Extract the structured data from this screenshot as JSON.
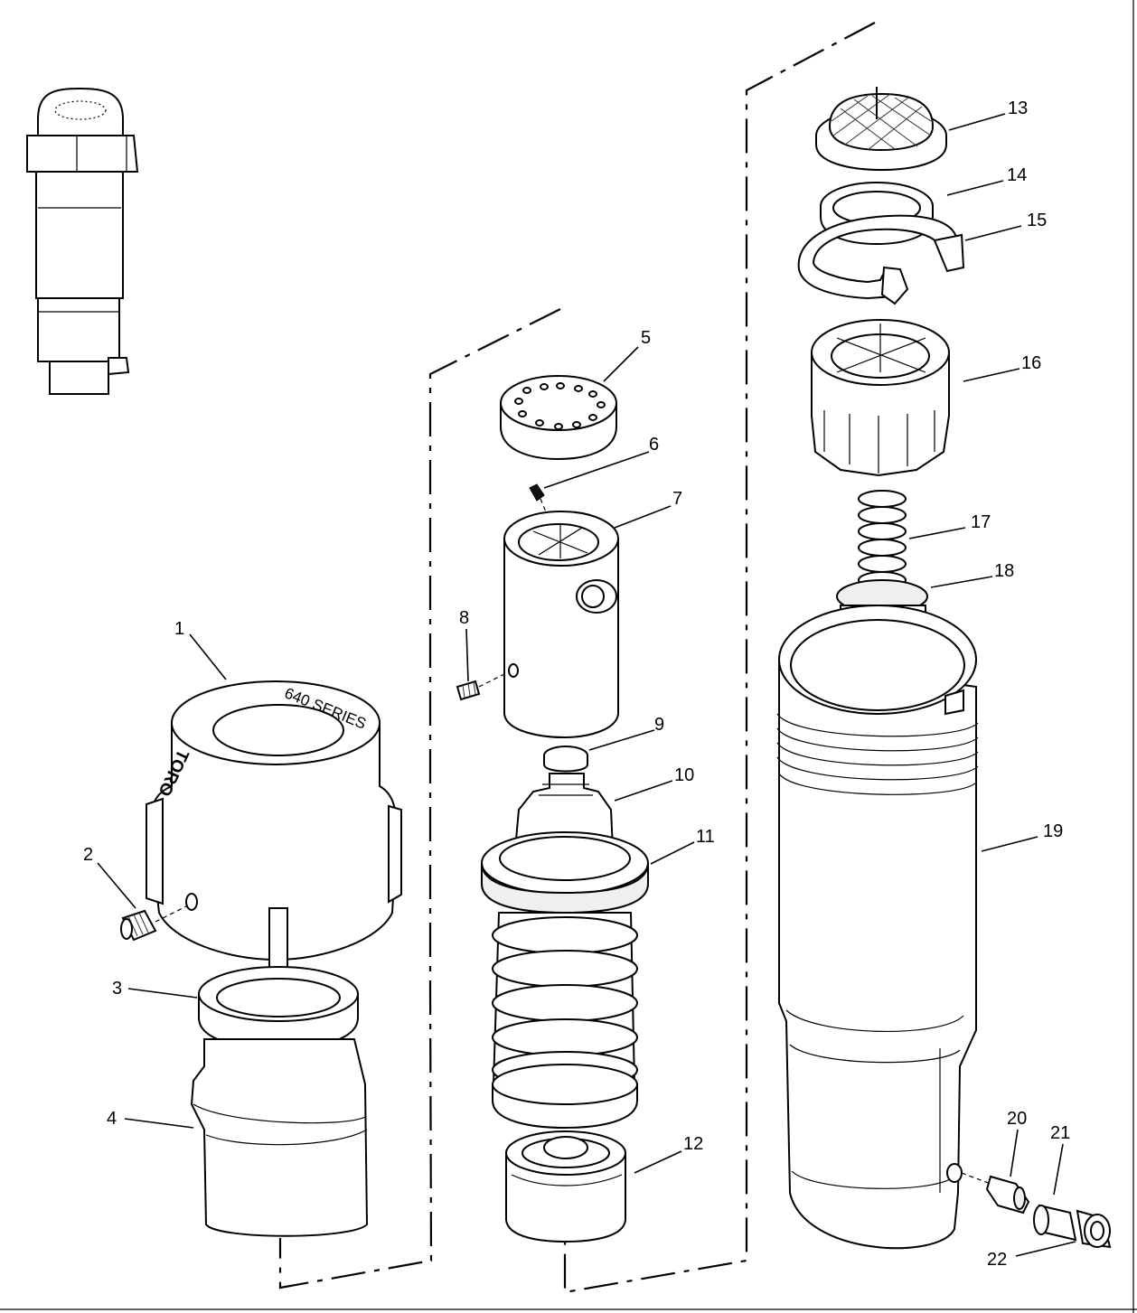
{
  "diagram": {
    "body_marking": "640 SERIES",
    "brand_marking": "TORO",
    "callouts": [
      {
        "id": "1",
        "label": "1"
      },
      {
        "id": "2",
        "label": "2"
      },
      {
        "id": "3",
        "label": "3"
      },
      {
        "id": "4",
        "label": "4"
      },
      {
        "id": "5",
        "label": "5"
      },
      {
        "id": "6",
        "label": "6"
      },
      {
        "id": "7",
        "label": "7"
      },
      {
        "id": "8",
        "label": "8"
      },
      {
        "id": "9",
        "label": "9"
      },
      {
        "id": "10",
        "label": "10"
      },
      {
        "id": "11",
        "label": "11"
      },
      {
        "id": "12",
        "label": "12"
      },
      {
        "id": "13",
        "label": "13"
      },
      {
        "id": "14",
        "label": "14"
      },
      {
        "id": "15",
        "label": "15"
      },
      {
        "id": "16",
        "label": "16"
      },
      {
        "id": "17",
        "label": "17"
      },
      {
        "id": "18",
        "label": "18"
      },
      {
        "id": "19",
        "label": "19"
      },
      {
        "id": "20",
        "label": "20"
      },
      {
        "id": "21",
        "label": "21"
      },
      {
        "id": "22",
        "label": "22"
      }
    ]
  }
}
